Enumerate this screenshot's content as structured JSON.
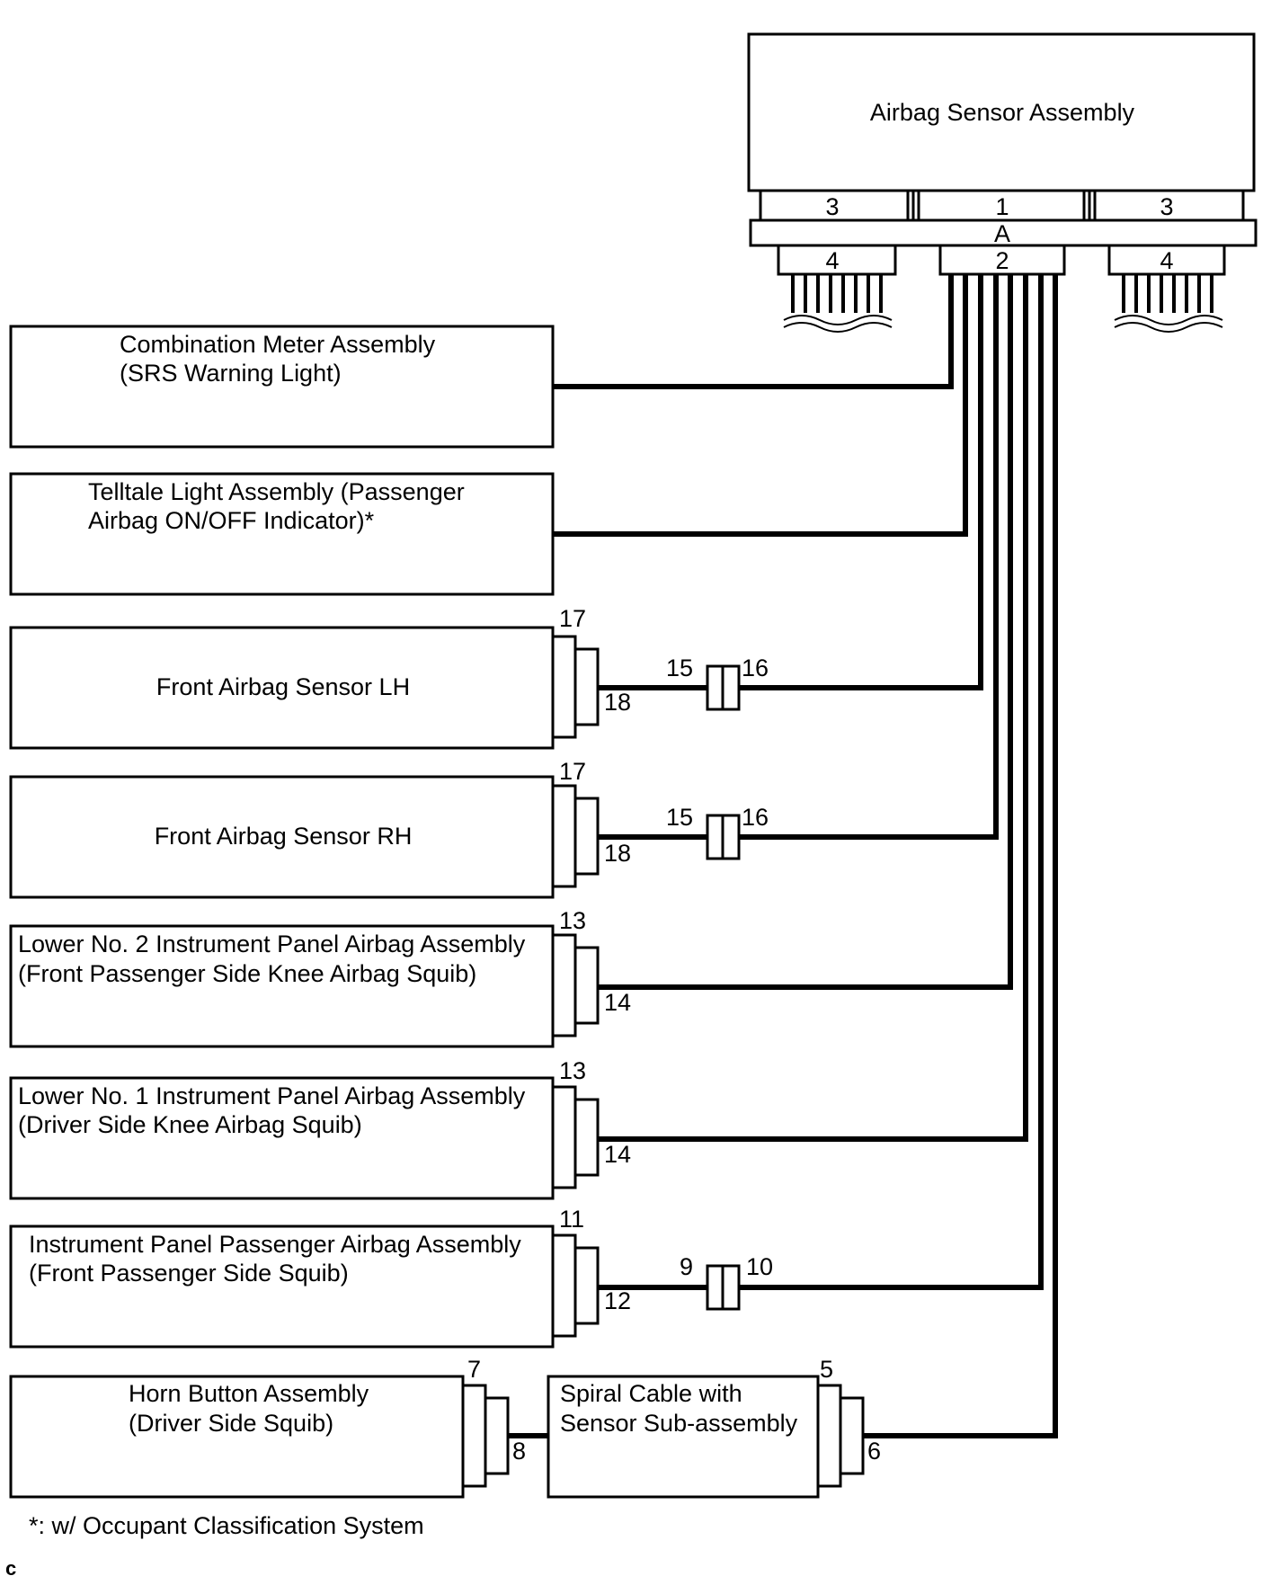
{
  "sensor_assembly": {
    "label": "Airbag Sensor Assembly",
    "top_connector_labels": [
      "3",
      "1",
      "3"
    ],
    "bar_label": "A",
    "lower_connector_labels": [
      "4",
      "2",
      "4"
    ]
  },
  "components": [
    {
      "lines": [
        "Combination Meter Assembly",
        "(SRS Warning Light)"
      ]
    },
    {
      "lines": [
        "Telltale Light Assembly (Passenger",
        "Airbag ON/OFF Indicator)*"
      ]
    },
    {
      "lines": [
        "Front Airbag Sensor LH"
      ],
      "pins": [
        "17",
        "18",
        "15",
        "16"
      ]
    },
    {
      "lines": [
        "Front Airbag Sensor RH"
      ],
      "pins": [
        "17",
        "18",
        "15",
        "16"
      ]
    },
    {
      "lines": [
        "Lower No. 2 Instrument Panel Airbag Assembly",
        "(Front Passenger Side Knee Airbag Squib)"
      ],
      "pins": [
        "13",
        "14"
      ]
    },
    {
      "lines": [
        "Lower No. 1 Instrument Panel Airbag Assembly",
        "(Driver Side Knee Airbag Squib)"
      ],
      "pins": [
        "13",
        "14"
      ]
    },
    {
      "lines": [
        "Instrument Panel Passenger Airbag Assembly",
        "(Front Passenger Side Squib)"
      ],
      "pins": [
        "11",
        "12",
        "9",
        "10"
      ]
    },
    {
      "lines": [
        "Horn Button Assembly",
        "(Driver Side Squib)"
      ],
      "pins": [
        "7",
        "8"
      ]
    },
    {
      "lines": [
        "Spiral Cable with",
        "Sensor Sub-assembly"
      ],
      "pins": [
        "5",
        "6"
      ]
    }
  ],
  "footnote": "*: w/ Occupant Classification System",
  "corner_mark": "c"
}
